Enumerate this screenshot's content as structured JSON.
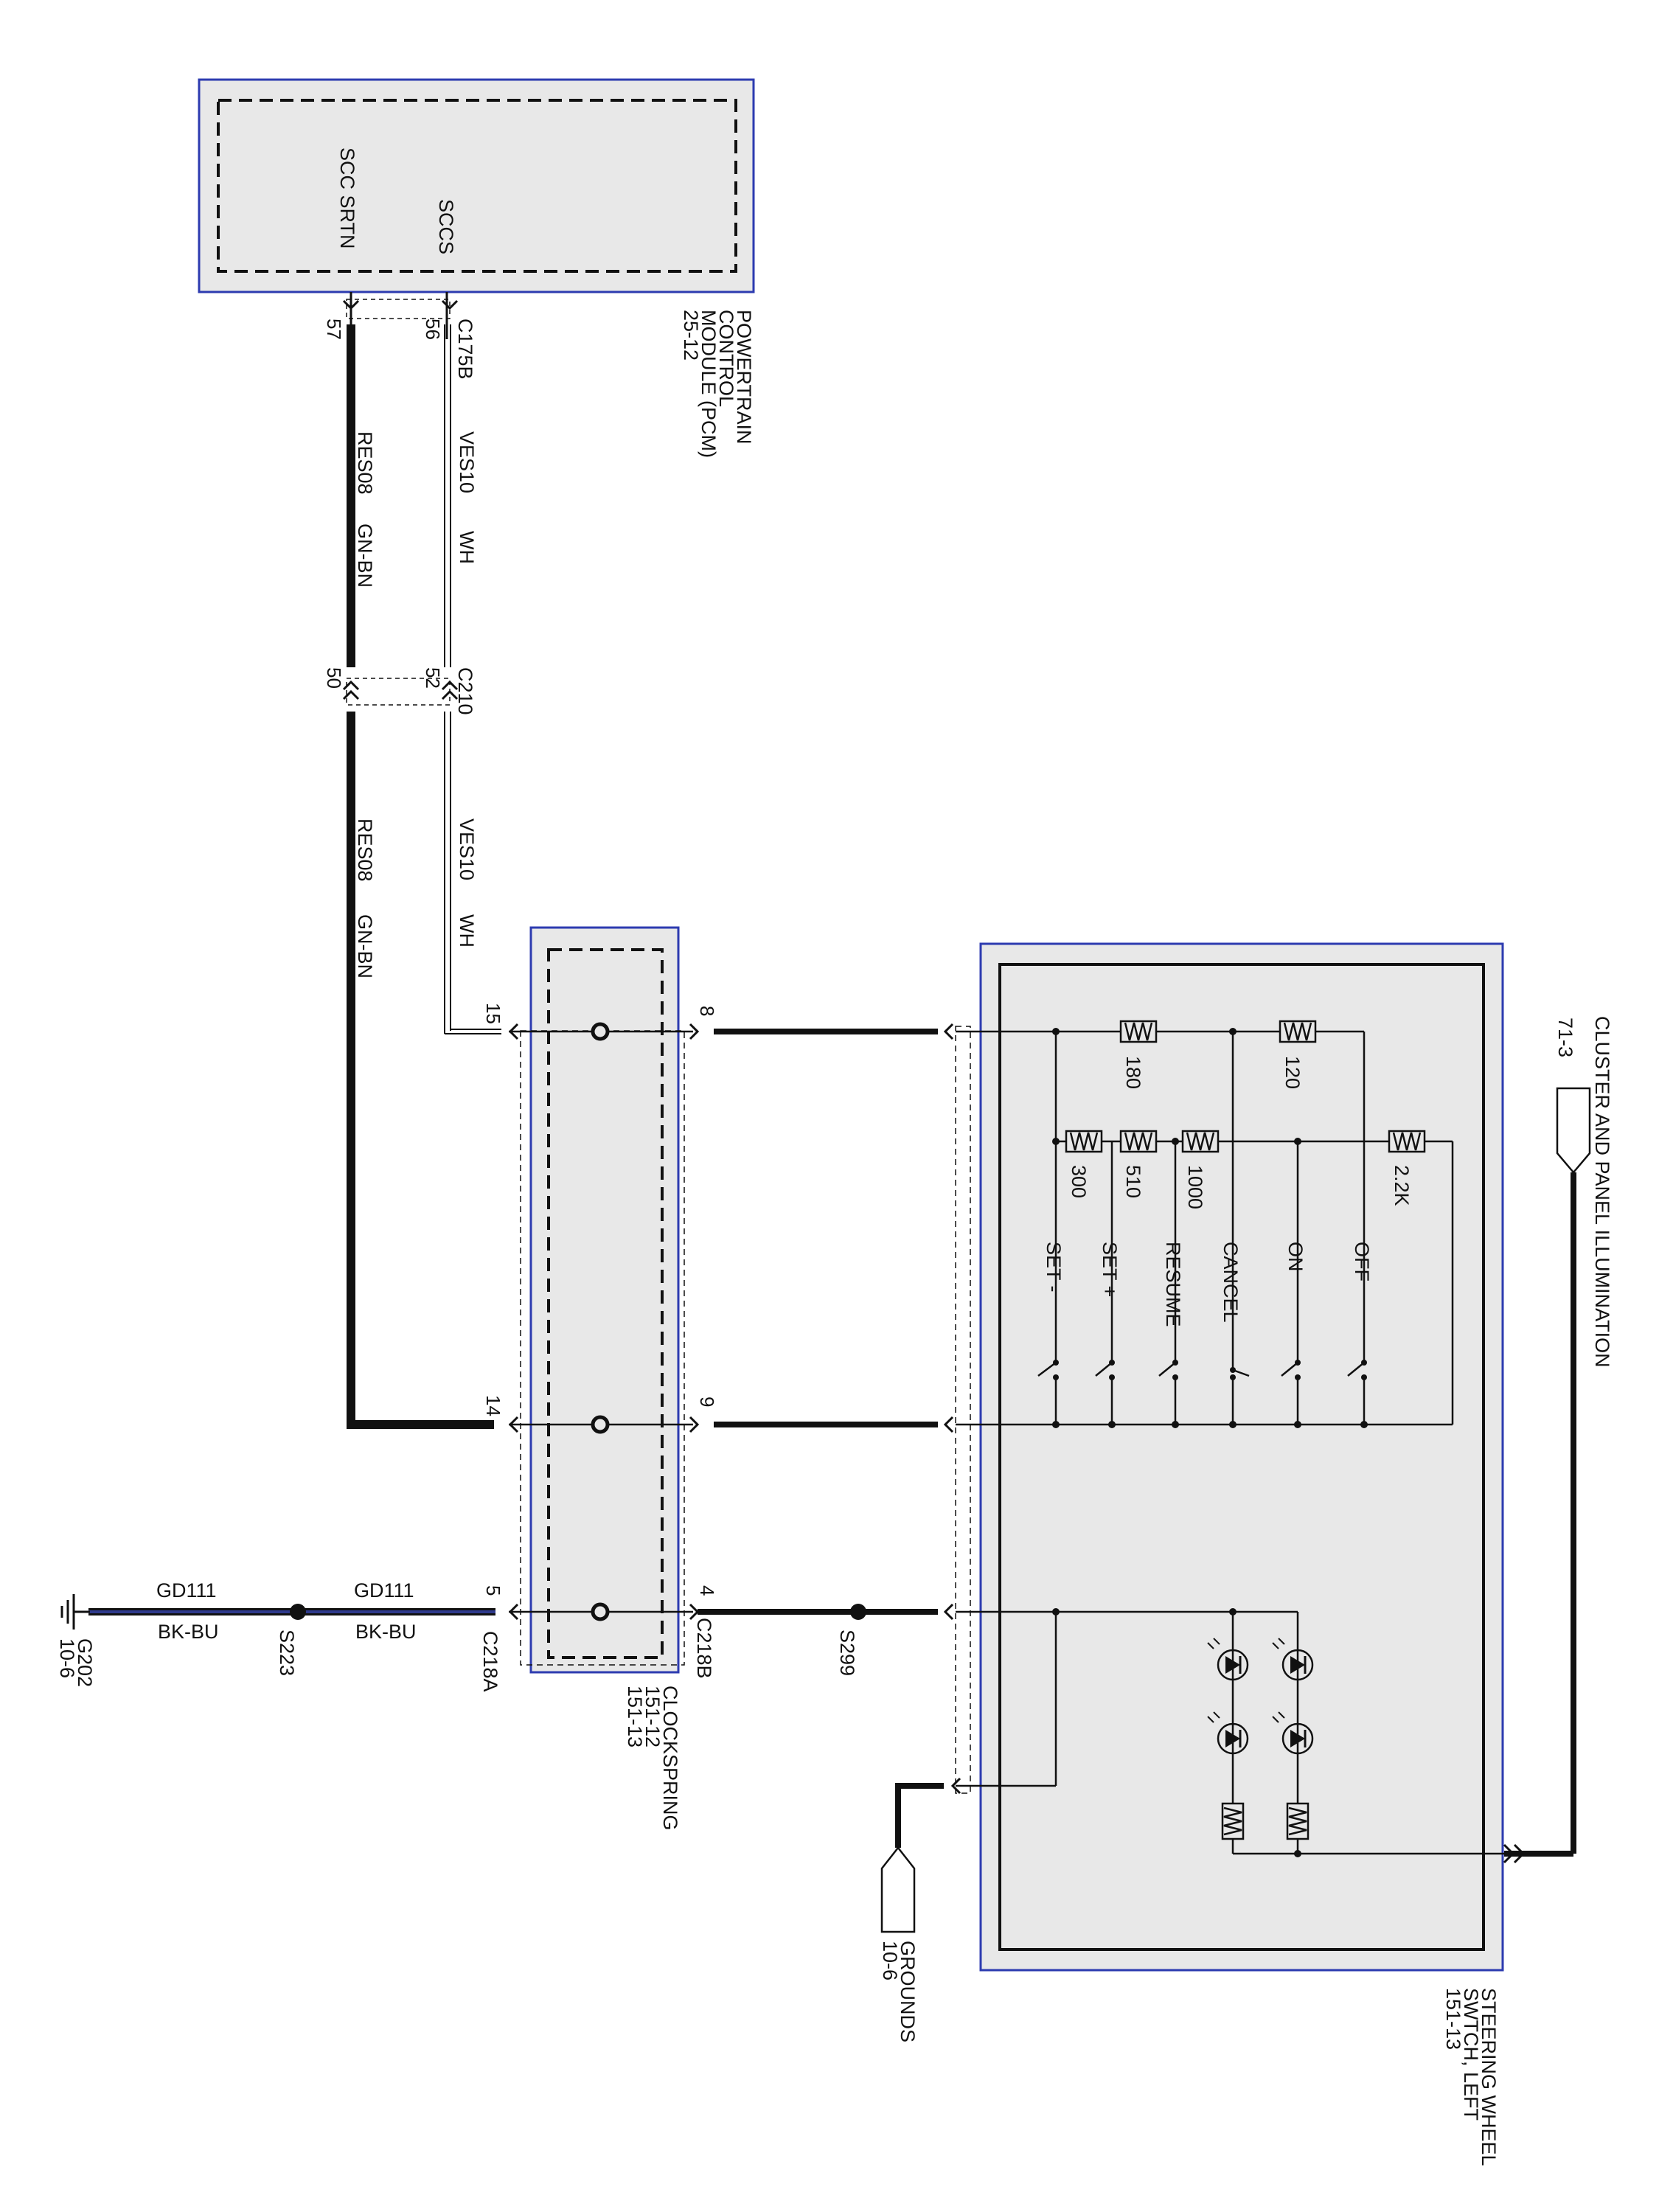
{
  "colors": {
    "module_border": "#2d3bb0",
    "module_fill": "#e8e8e8",
    "wire": "#111111",
    "blue_wire": "#2e3a8c"
  },
  "pcm": {
    "pin_srtn": "SCC SRTN",
    "pin_sccs": "SCCS",
    "name_lines": [
      "POWERTRAIN",
      "CONTROL",
      "MODULE (PCM)",
      "25-12"
    ]
  },
  "connectors": {
    "c175b": "C175B",
    "c175b_pin_57": "57",
    "c175b_pin_56": "56",
    "c210": "C210",
    "c210_pin_50": "50",
    "c210_pin_52": "52",
    "c218a": "C218A",
    "c218b": "C218B",
    "clockspring_pin_15": "15",
    "clockspring_pin_14": "14",
    "clockspring_pin_5": "5",
    "clockspring_pin_8": "8",
    "clockspring_pin_9": "9",
    "clockspring_pin_4": "4"
  },
  "wires": {
    "res08": "RES08",
    "gn_bn": "GN-BN",
    "ves10": "VES10",
    "wh": "WH",
    "gd111": "GD111",
    "bk_bu": "BK-BU"
  },
  "splices": {
    "s223": "S223",
    "s299": "S299"
  },
  "ground": {
    "g202": "G202",
    "g202_ref": "10-6"
  },
  "clockspring": {
    "name_lines": [
      "CLOCKSPRING",
      "151-12",
      "151-13"
    ]
  },
  "switch": {
    "name_lines": [
      "STEERING WHEEL",
      "SWTCH, LEFT",
      "151-13"
    ],
    "resistors": [
      "180",
      "120",
      "300",
      "510",
      "1000",
      "2.2K"
    ],
    "buttons": [
      "SET -",
      "SET +",
      "RESUME",
      "CANCEL",
      "ON",
      "OFF"
    ]
  },
  "illumination": {
    "label": "CLUSTER AND PANEL ILLUMINATION",
    "ref": "71-3"
  },
  "grounds": {
    "label": "GROUNDS",
    "ref": "10-6"
  }
}
